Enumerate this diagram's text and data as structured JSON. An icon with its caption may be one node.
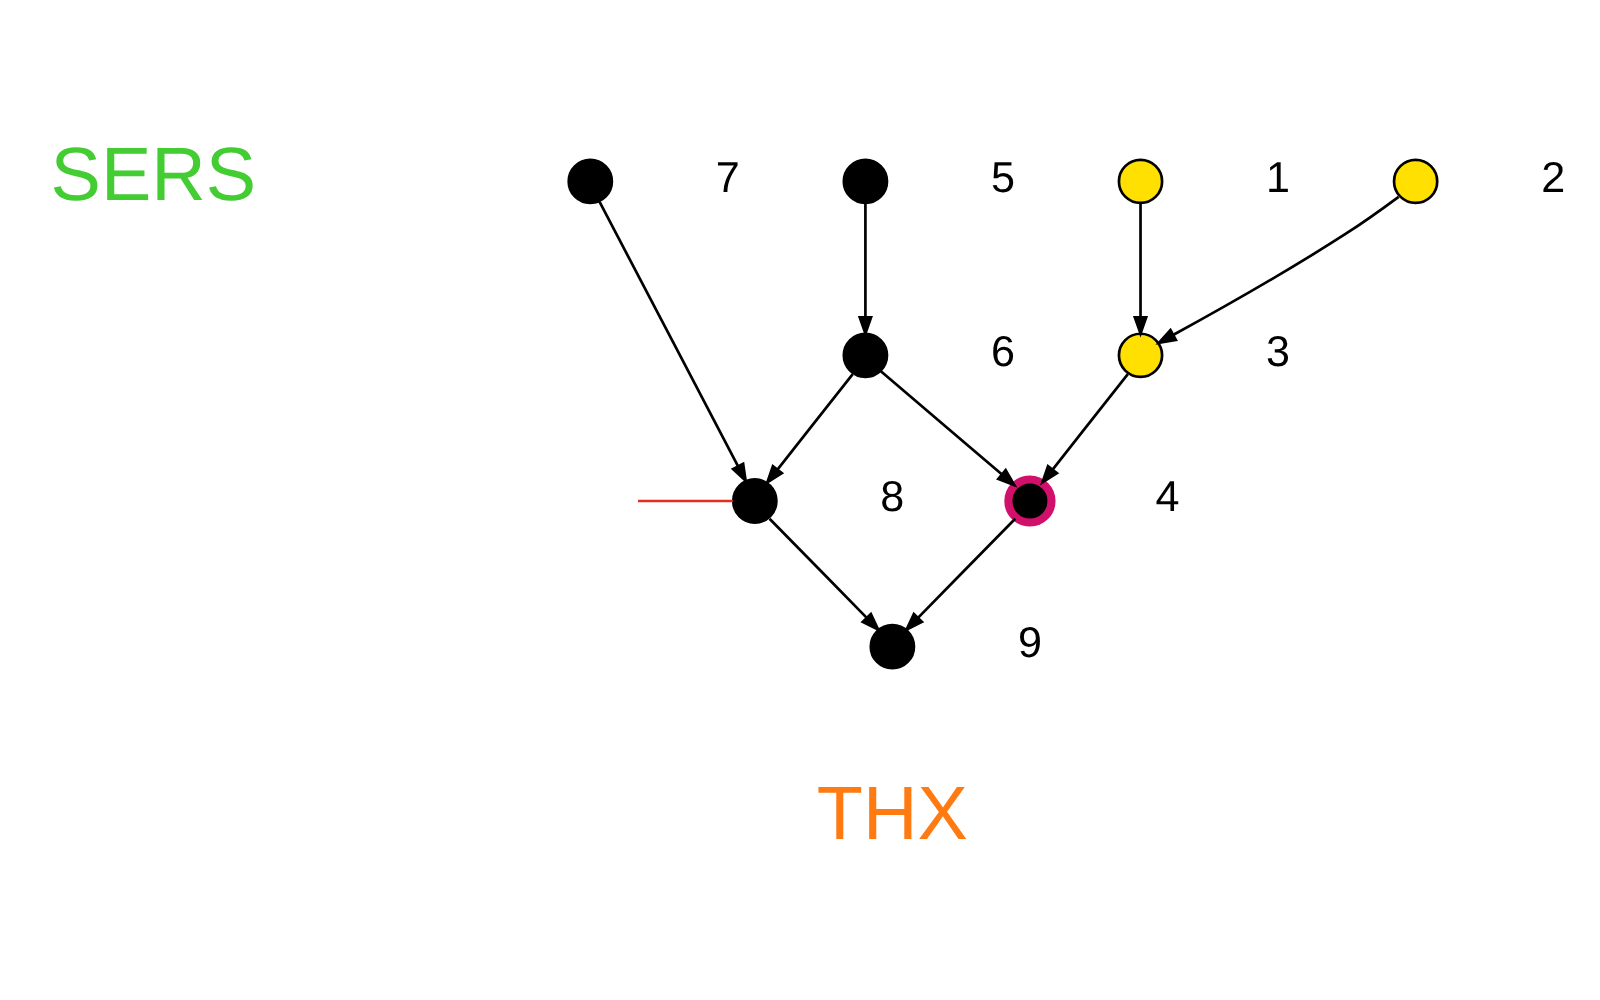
{
  "diagram": {
    "nodes": [
      {
        "text": [],
        "shape": "circle",
        "beside": [
          "7"
        ]
      },
      {
        "text": [],
        "shape": "circle",
        "beside": [
          "5"
        ]
      },
      {
        "text": [],
        "shape": "circle",
        "beside": [
          "1"
        ]
      },
      {
        "text": [],
        "shape": "circle",
        "beside": [
          "2"
        ]
      },
      {
        "text": [],
        "shape": "circle",
        "beside": [
          "6"
        ]
      },
      {
        "text": [],
        "shape": "circle",
        "beside": [
          "3"
        ]
      },
      {
        "text": [],
        "shape": "circle",
        "beside": [
          "8"
        ]
      },
      {
        "text": [],
        "shape": "circle",
        "beside": [
          "4"
        ]
      },
      {
        "text": [],
        "shape": "circle",
        "beside": [
          "9"
        ]
      }
    ],
    "edges": [
      {
        "from": 0,
        "to": 6,
        "arrow": "to"
      },
      {
        "from": 1,
        "to": 4,
        "arrow": "to"
      },
      {
        "from": 2,
        "to": 5,
        "arrow": "to"
      },
      {
        "from": 3,
        "to": 5,
        "arrow": "to"
      },
      {
        "from": 4,
        "to": 6,
        "arrow": "to"
      },
      {
        "from": 4,
        "to": 7,
        "arrow": "to"
      },
      {
        "from": 5,
        "to": 7,
        "arrow": "to"
      },
      {
        "from": 6,
        "to": 8,
        "arrow": "to"
      },
      {
        "from": 7,
        "to": 8,
        "arrow": "to"
      },
      {
        "from": null,
        "to": 6,
        "arrow": "none",
        "color": "#e03020"
      }
    ],
    "labels": [
      "SERS",
      "THX"
    ]
  }
}
